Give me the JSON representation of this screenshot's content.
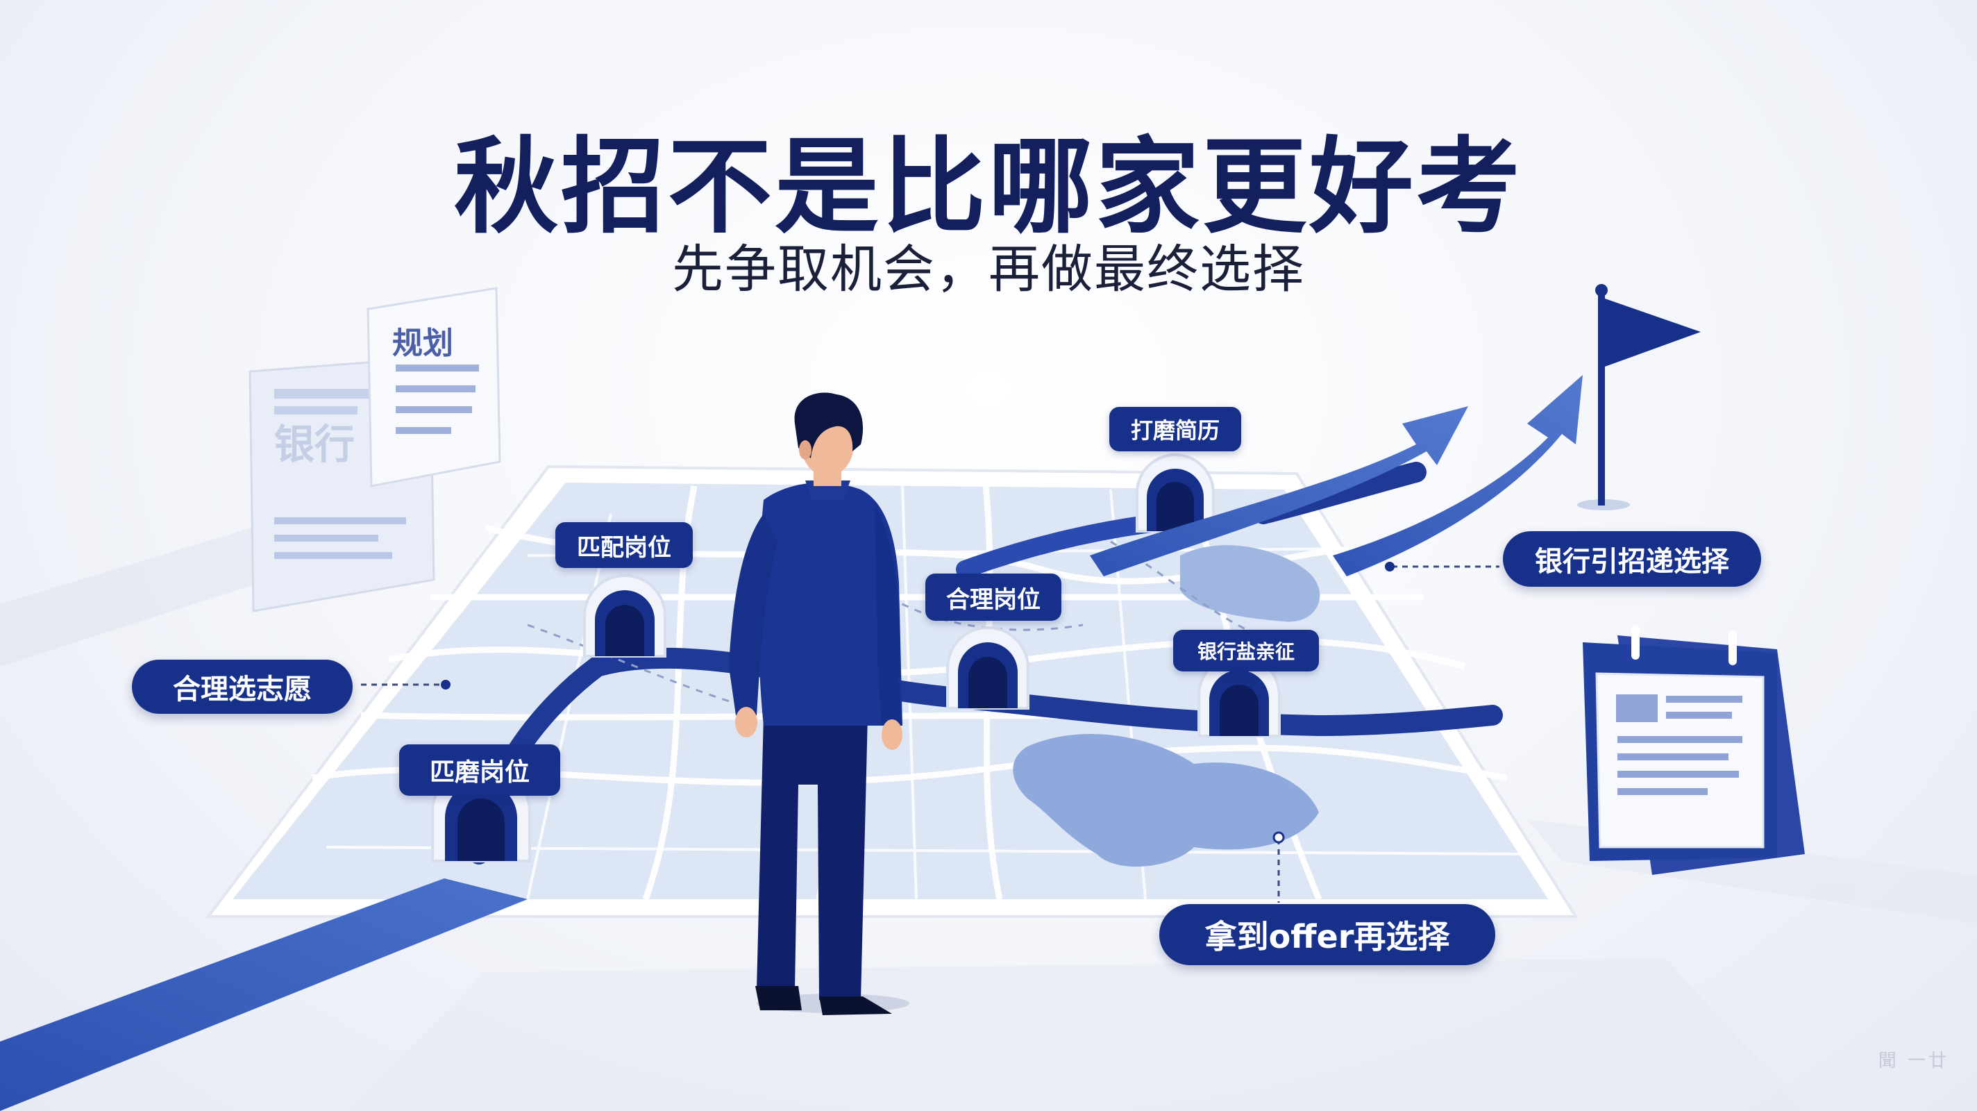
{
  "headline": {
    "title": "秋招不是比哪家更好考",
    "subtitle": "先争取机会，再做最终选择"
  },
  "documents": {
    "front_label": "规划",
    "back_label": "银行"
  },
  "callouts": {
    "left": "合理选志愿",
    "right_top": "银行引招递选择",
    "bottom_right": "拿到offer再选择"
  },
  "map_tags": {
    "tag_1": "匹配岗位",
    "tag_2": "匹磨岗位",
    "tag_3": "合理岗位",
    "tag_4": "打磨简历",
    "tag_5": "银行盐亲征"
  },
  "corner_text": "聞 一廿",
  "colors": {
    "navy": "#14205e",
    "royal_blue": "#17318a",
    "accent_blue": "#3f63bf",
    "map_fill": "#dde6f5",
    "lake_fill": "#8fa9dc"
  }
}
